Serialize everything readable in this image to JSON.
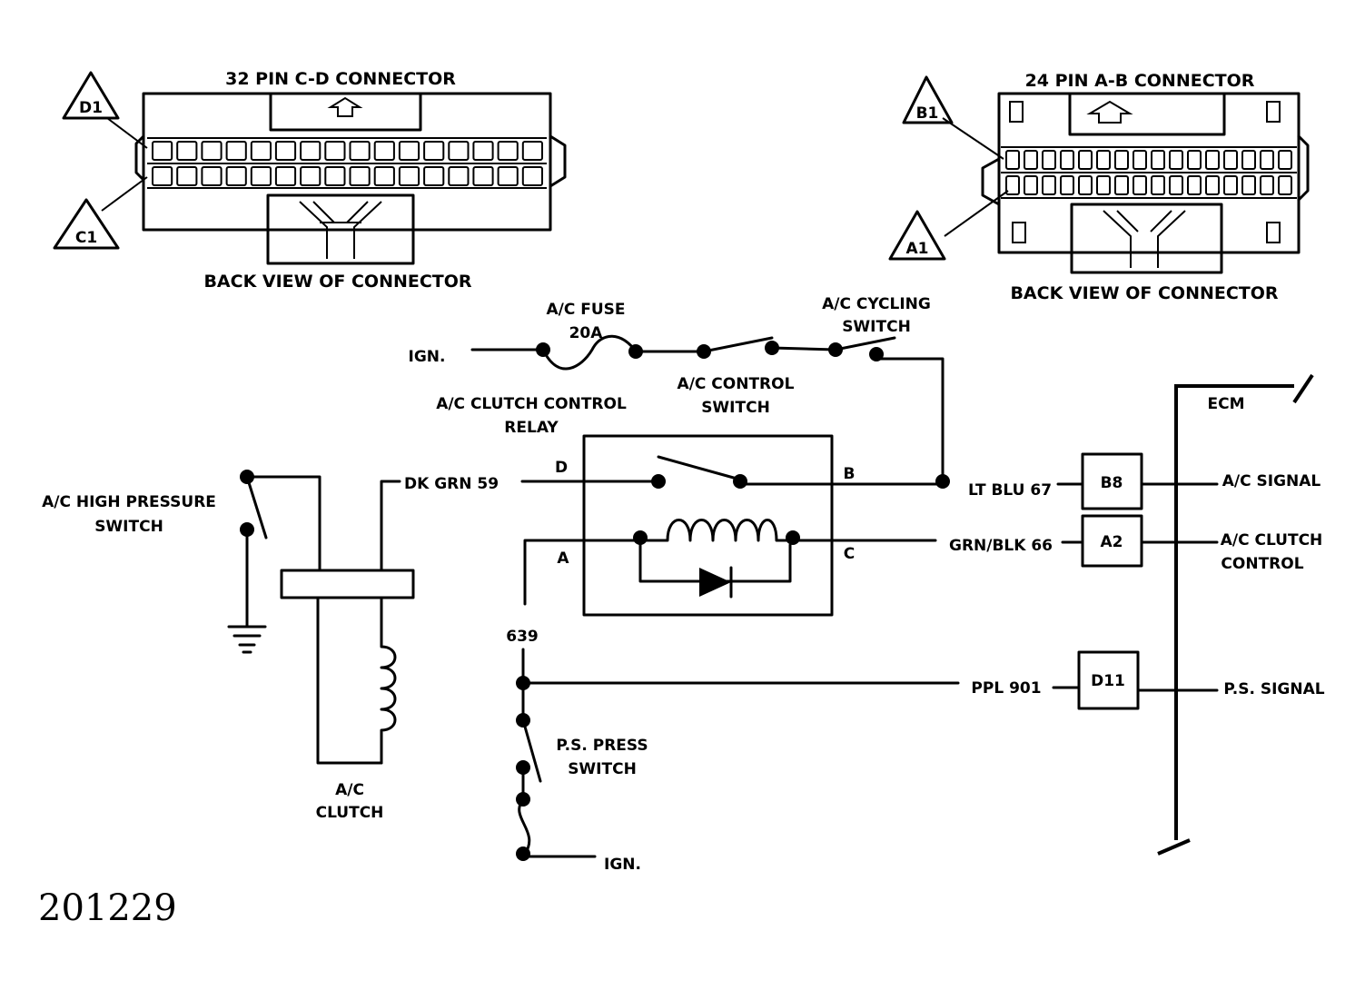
{
  "connectors": {
    "left": {
      "title": "32 PIN C-D CONNECTOR",
      "subtitle": "BACK VIEW OF CONNECTOR",
      "pin_top": "D1",
      "pin_bottom": "C1"
    },
    "right": {
      "title": "24 PIN A-B CONNECTOR",
      "subtitle": "BACK VIEW OF CONNECTOR",
      "pin_top": "B1",
      "pin_bottom": "A1"
    }
  },
  "circuit": {
    "ign_top": "IGN.",
    "ac_fuse": "A/C FUSE",
    "fuse_rating": "20A",
    "ac_cycling_switch_1": "A/C CYCLING",
    "ac_cycling_switch_2": "SWITCH",
    "ac_control_switch_1": "A/C CONTROL",
    "ac_control_switch_2": "SWITCH",
    "relay_1": "A/C CLUTCH CONTROL",
    "relay_2": "RELAY",
    "relay_terminal_d": "D",
    "relay_terminal_b": "B",
    "relay_terminal_a": "A",
    "relay_terminal_c": "C",
    "high_pressure_1": "A/C HIGH PRESSURE",
    "high_pressure_2": "SWITCH",
    "dk_grn": "DK GRN 59",
    "clutch_1": "A/C",
    "clutch_2": "CLUTCH",
    "wire_639": "639",
    "ps_press_1": "P.S. PRESS",
    "ps_press_2": "SWITCH",
    "ign_bottom": "IGN.",
    "lt_blu": "LT BLU 67",
    "grn_blk": "GRN/BLK 66",
    "ppl": "PPL 901"
  },
  "ecm": {
    "label": "ECM",
    "pin_b8": "B8",
    "pin_a2": "A2",
    "pin_d11": "D11",
    "ac_signal": "A/C SIGNAL",
    "clutch_control_1": "A/C CLUTCH",
    "clutch_control_2": "CONTROL",
    "ps_signal": "P.S. SIGNAL"
  },
  "figure_number": "201229"
}
